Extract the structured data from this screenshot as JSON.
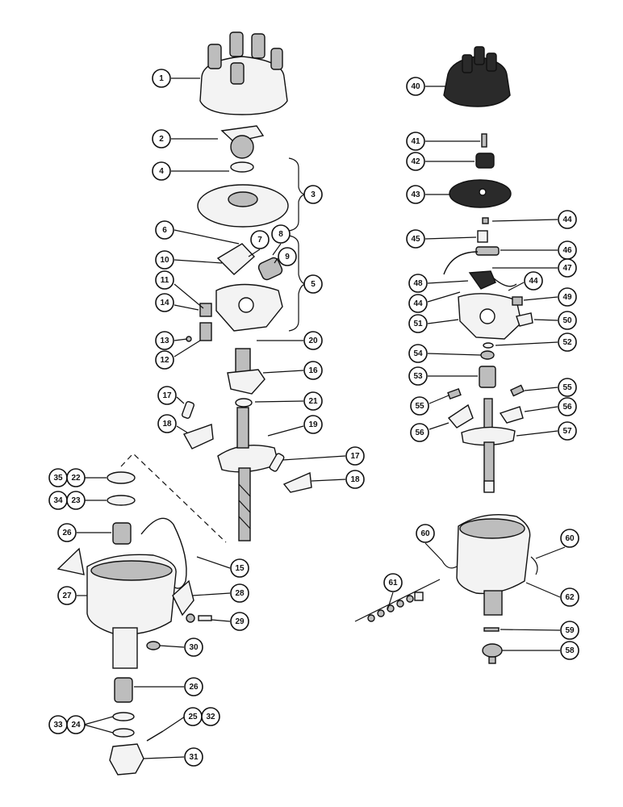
{
  "diagram": {
    "callouts": [
      {
        "id": "c1",
        "labels": [
          "1"
        ]
      },
      {
        "id": "c2",
        "labels": [
          "2"
        ]
      },
      {
        "id": "c4",
        "labels": [
          "4"
        ]
      },
      {
        "id": "c3",
        "labels": [
          "3"
        ]
      },
      {
        "id": "c6",
        "labels": [
          "6"
        ]
      },
      {
        "id": "c7",
        "labels": [
          "7"
        ]
      },
      {
        "id": "c8",
        "labels": [
          "8"
        ]
      },
      {
        "id": "c9",
        "labels": [
          "9"
        ]
      },
      {
        "id": "c5",
        "labels": [
          "5"
        ]
      },
      {
        "id": "c10",
        "labels": [
          "10"
        ]
      },
      {
        "id": "c11",
        "labels": [
          "11"
        ]
      },
      {
        "id": "c14",
        "labels": [
          "14"
        ]
      },
      {
        "id": "c13",
        "labels": [
          "13"
        ]
      },
      {
        "id": "c12",
        "labels": [
          "12"
        ]
      },
      {
        "id": "c20",
        "labels": [
          "20"
        ]
      },
      {
        "id": "c16",
        "labels": [
          "16"
        ]
      },
      {
        "id": "c17a",
        "labels": [
          "17"
        ]
      },
      {
        "id": "c21",
        "labels": [
          "21"
        ]
      },
      {
        "id": "c18a",
        "labels": [
          "18"
        ]
      },
      {
        "id": "c19",
        "labels": [
          "19"
        ]
      },
      {
        "id": "c17b",
        "labels": [
          "17"
        ]
      },
      {
        "id": "c18b",
        "labels": [
          "18"
        ]
      },
      {
        "id": "c35_22",
        "labels": [
          "35",
          "22"
        ]
      },
      {
        "id": "c34_23",
        "labels": [
          "34",
          "23"
        ]
      },
      {
        "id": "c26a",
        "labels": [
          "26"
        ]
      },
      {
        "id": "c15",
        "labels": [
          "15"
        ]
      },
      {
        "id": "c27",
        "labels": [
          "27"
        ]
      },
      {
        "id": "c28",
        "labels": [
          "28"
        ]
      },
      {
        "id": "c29",
        "labels": [
          "29"
        ]
      },
      {
        "id": "c30",
        "labels": [
          "30"
        ]
      },
      {
        "id": "c26b",
        "labels": [
          "26"
        ]
      },
      {
        "id": "c33_24",
        "labels": [
          "33",
          "24"
        ]
      },
      {
        "id": "c25_32",
        "labels": [
          "25",
          "32"
        ]
      },
      {
        "id": "c31",
        "labels": [
          "31"
        ]
      },
      {
        "id": "c40",
        "labels": [
          "40"
        ]
      },
      {
        "id": "c41",
        "labels": [
          "41"
        ]
      },
      {
        "id": "c42",
        "labels": [
          "42"
        ]
      },
      {
        "id": "c43",
        "labels": [
          "43"
        ]
      },
      {
        "id": "c44a",
        "labels": [
          "44"
        ]
      },
      {
        "id": "c45",
        "labels": [
          "45"
        ]
      },
      {
        "id": "c46",
        "labels": [
          "46"
        ]
      },
      {
        "id": "c47",
        "labels": [
          "47"
        ]
      },
      {
        "id": "c48",
        "labels": [
          "48"
        ]
      },
      {
        "id": "c44b",
        "labels": [
          "44"
        ]
      },
      {
        "id": "c44c",
        "labels": [
          "44"
        ]
      },
      {
        "id": "c49",
        "labels": [
          "49"
        ]
      },
      {
        "id": "c51",
        "labels": [
          "51"
        ]
      },
      {
        "id": "c50",
        "labels": [
          "50"
        ]
      },
      {
        "id": "c52",
        "labels": [
          "52"
        ]
      },
      {
        "id": "c54",
        "labels": [
          "54"
        ]
      },
      {
        "id": "c53",
        "labels": [
          "53"
        ]
      },
      {
        "id": "c55a",
        "labels": [
          "55"
        ]
      },
      {
        "id": "c55b",
        "labels": [
          "55"
        ]
      },
      {
        "id": "c56a",
        "labels": [
          "56"
        ]
      },
      {
        "id": "c56b",
        "labels": [
          "56"
        ]
      },
      {
        "id": "c57",
        "labels": [
          "57"
        ]
      },
      {
        "id": "c60a",
        "labels": [
          "60"
        ]
      },
      {
        "id": "c60b",
        "labels": [
          "60"
        ]
      },
      {
        "id": "c61",
        "labels": [
          "61"
        ]
      },
      {
        "id": "c62",
        "labels": [
          "62"
        ]
      },
      {
        "id": "c59",
        "labels": [
          "59"
        ]
      },
      {
        "id": "c58",
        "labels": [
          "58"
        ]
      }
    ]
  }
}
